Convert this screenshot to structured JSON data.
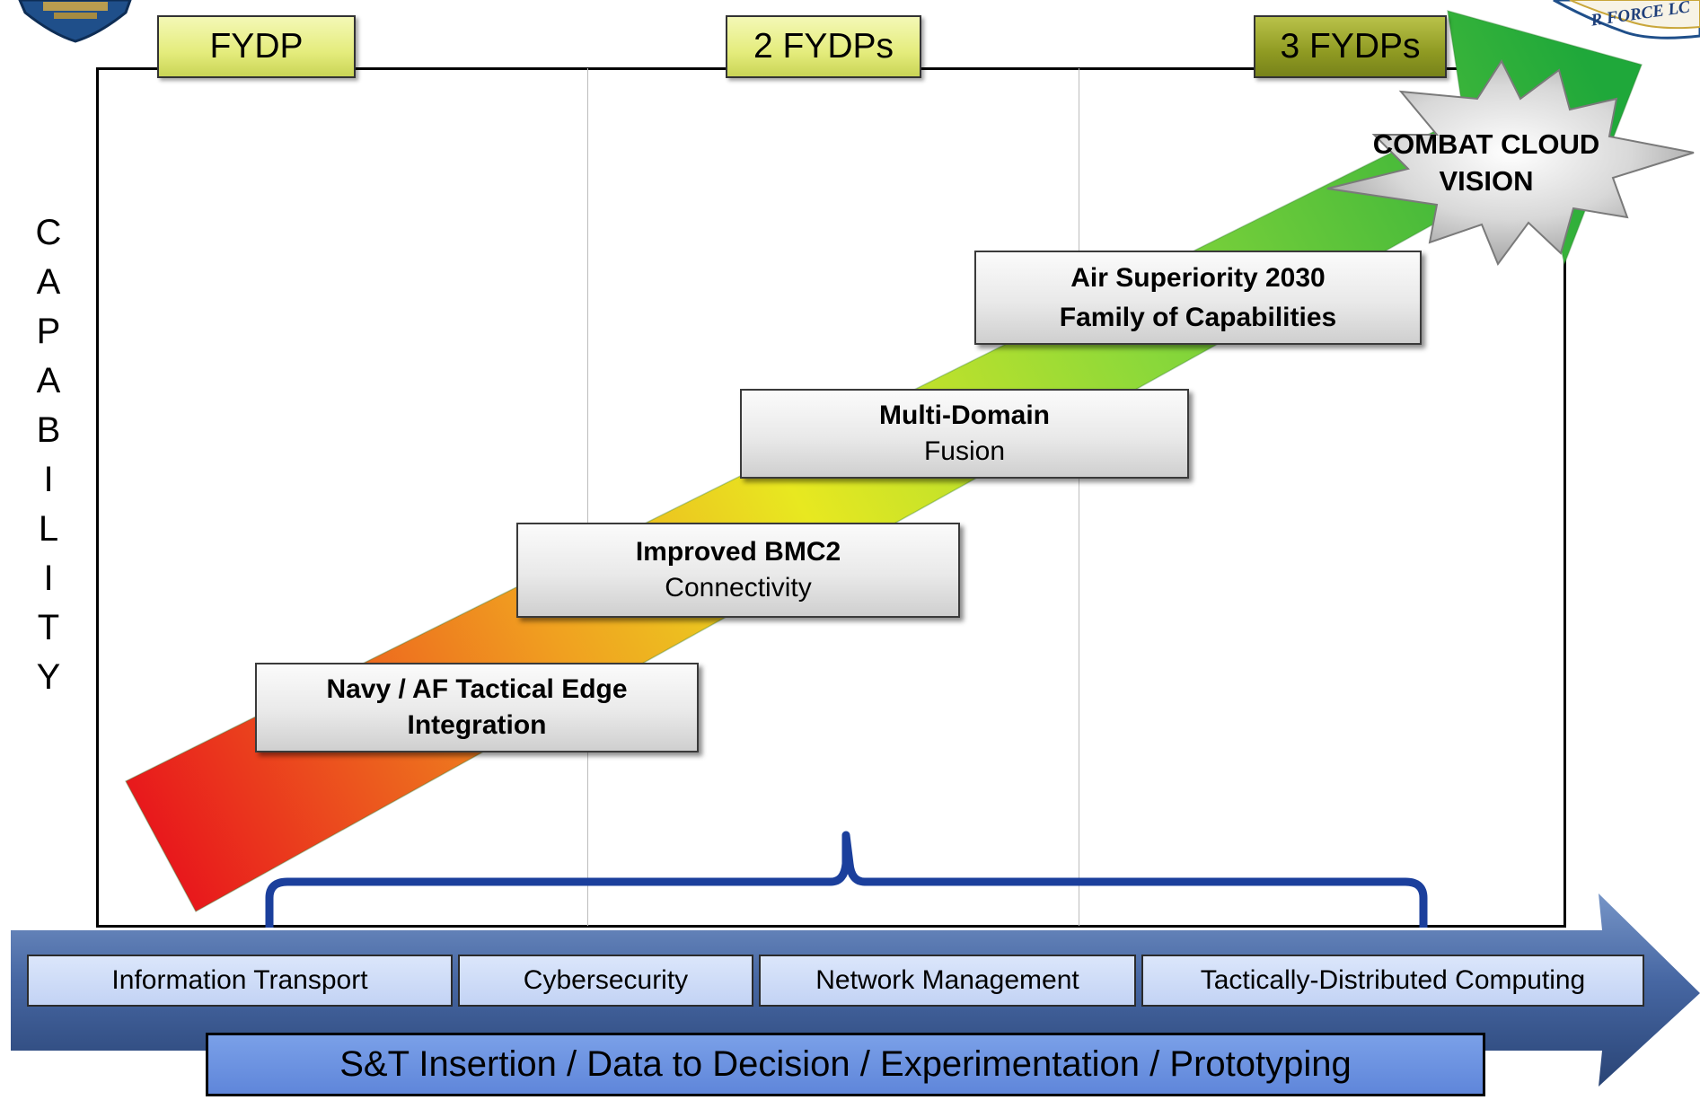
{
  "timeline": {
    "periods": [
      "FYDP",
      "2 FYDPs",
      "3 FYDPs"
    ]
  },
  "y_axis": {
    "letters": [
      "C",
      "A",
      "P",
      "A",
      "B",
      "I",
      "L",
      "I",
      "T",
      "Y"
    ]
  },
  "steps": [
    {
      "bold": "Navy / AF Tactical Edge Integration",
      "normal": ""
    },
    {
      "bold": "Improved BMC2",
      "normal": "Connectivity"
    },
    {
      "bold": "Multi-Domain",
      "normal": "Fusion"
    },
    {
      "bold": "Air Superiority 2030 Family of Capabilities",
      "normal": ""
    }
  ],
  "vision": {
    "lines": [
      "COMBAT CLOUD",
      "VISION"
    ]
  },
  "foundation": {
    "pillars": [
      "Information Transport",
      "Cybersecurity",
      "Network Management",
      "Tactically-Distributed Computing"
    ],
    "banner": "S&T Insertion / Data to Decision / Experimentation / Prototyping"
  },
  "logos": {
    "right_logo_text": "R FORCE LC"
  },
  "colors": {
    "arrow_gradient": [
      "#e8141c",
      "#f0a020",
      "#e8e820",
      "#6ad030",
      "#28b040"
    ],
    "brace": "#1b3f9c",
    "foundation_arrow": "#34558f",
    "pillar_fill": "#c3d3f4",
    "banner_fill": "#6b8fe0"
  }
}
